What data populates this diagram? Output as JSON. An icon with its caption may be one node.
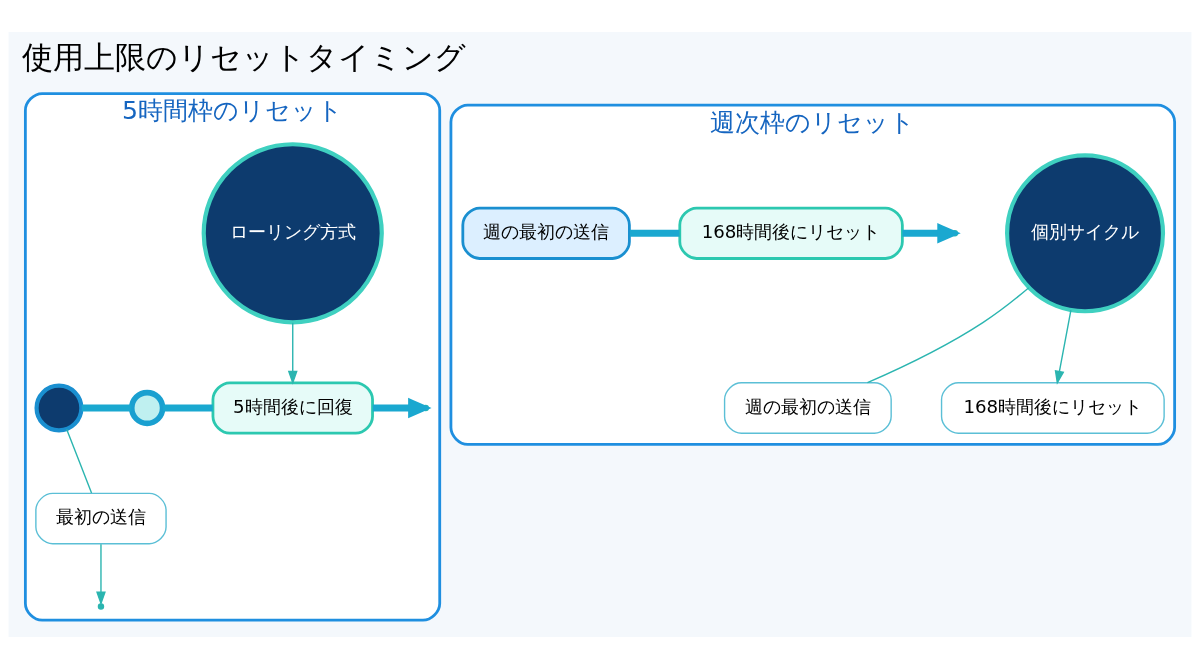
{
  "diagram": {
    "title": "使用上限のリセットタイミング",
    "nodes": [
      {
        "text": [
          "5時間枠のリセット"
        ]
      },
      {
        "text": [
          "ローリング方式"
        ],
        "in": 0
      },
      {
        "text": [],
        "shape": "circle",
        "in": 0
      },
      {
        "text": [
          "最初の送信"
        ],
        "in": 0
      },
      {
        "text": [],
        "shape": "circle",
        "in": 0
      },
      {
        "text": [
          "5時間後に回復"
        ],
        "in": 0
      },
      {
        "text": [
          "週次枠のリセット"
        ]
      },
      {
        "text": [
          "個別サイクル"
        ],
        "in": 6
      },
      {
        "text": [
          "週の最初の送信"
        ],
        "in": 6
      },
      {
        "text": [
          "168時間後にリセット"
        ],
        "in": 6
      },
      {
        "text": [
          "週の最初の送信"
        ],
        "in": 6
      },
      {
        "text": [
          "168時間後にリセット"
        ],
        "in": 6
      }
    ],
    "edges": [
      {
        "from": 2,
        "to": 3,
        "arrow": "none"
      },
      {
        "from": 3,
        "to": null,
        "arrow": "to"
      },
      {
        "from": 1,
        "to": 5,
        "arrow": "to"
      },
      {
        "from": 2,
        "to": 4,
        "arrow": "none",
        "style": "thick"
      },
      {
        "from": 4,
        "to": 5,
        "arrow": "none",
        "style": "thick"
      },
      {
        "from": 5,
        "to": null,
        "arrow": "to",
        "style": "thick"
      },
      {
        "from": 7,
        "to": 8,
        "arrow": "none"
      },
      {
        "from": 7,
        "to": 9,
        "arrow": "to"
      },
      {
        "from": 10,
        "to": 11,
        "arrow": "none",
        "style": "thick"
      },
      {
        "from": 11,
        "to": null,
        "arrow": "to",
        "style": "thick"
      }
    ]
  }
}
